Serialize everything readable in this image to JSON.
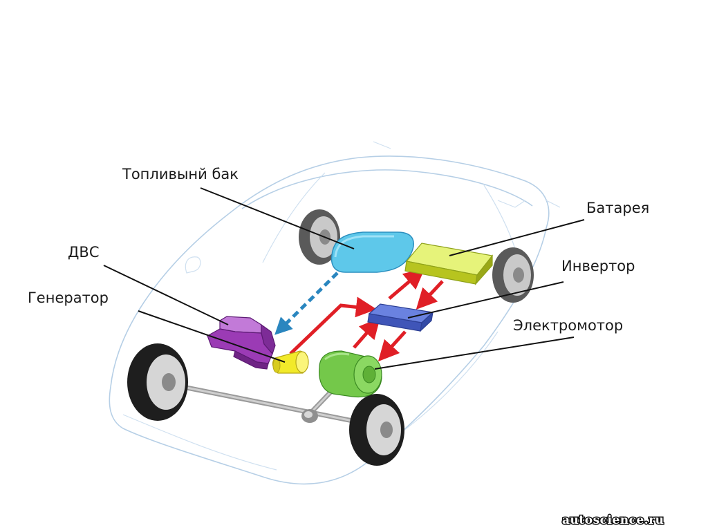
{
  "labels": {
    "fuel_tank": "Топливынй бак",
    "battery": "Батарея",
    "ice": "ДВС",
    "inverter": "Инвертор",
    "generator": "Генератор",
    "electric_motor": "Электромотор"
  },
  "watermark": "autoscience.ru",
  "colors": {
    "fuel_tank": "#5ec8ea",
    "battery": "#d3e533",
    "engine": "#9b3bb5",
    "generator": "#f2ea2a",
    "inverter": "#4b63c9",
    "electric_motor": "#74c84a",
    "power_arrow": "#e01f26",
    "fuel_arrow": "#2a86bf",
    "car_outline": "#b6cfe6"
  }
}
